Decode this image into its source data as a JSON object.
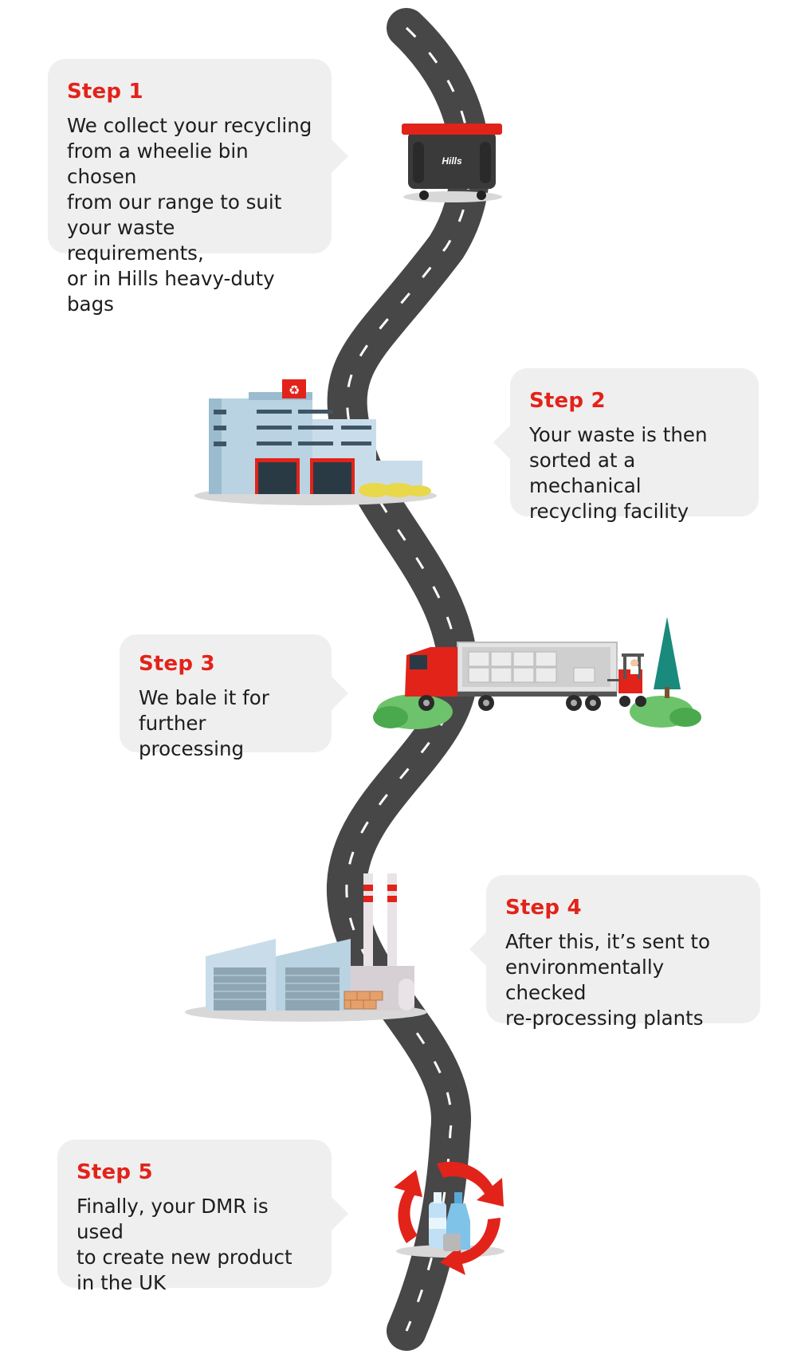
{
  "colors": {
    "accent_red": "#e2231a",
    "road": "#474747",
    "road_markings": "#ffffff",
    "bubble_bg": "#efefef",
    "text": "#1d1d1d",
    "building_blue": "#b9d3e2",
    "tree_teal": "#1a8a7c",
    "bush_green": "#5cb85c"
  },
  "bin": {
    "brand": "Hills"
  },
  "steps": [
    {
      "title": "Step 1",
      "text": "We collect your recycling\nfrom a wheelie bin chosen\nfrom our range to suit\nyour waste requirements,\nor in Hills heavy-duty bags",
      "icon": "wheelie-bin-icon"
    },
    {
      "title": "Step 2",
      "text": "Your waste is then\nsorted at a mechanical\nrecycling facility",
      "icon": "recycling-facility-icon"
    },
    {
      "title": "Step 3",
      "text": "We bale it for\nfurther processing",
      "icon": "truck-forklift-icon"
    },
    {
      "title": "Step 4",
      "text": "After this, it’s sent to\nenvironmentally checked\nre-processing plants",
      "icon": "reprocessing-plant-icon"
    },
    {
      "title": "Step 5",
      "text": "Finally, your DMR is used\nto create new product\nin the UK",
      "icon": "recycled-products-icon"
    }
  ]
}
